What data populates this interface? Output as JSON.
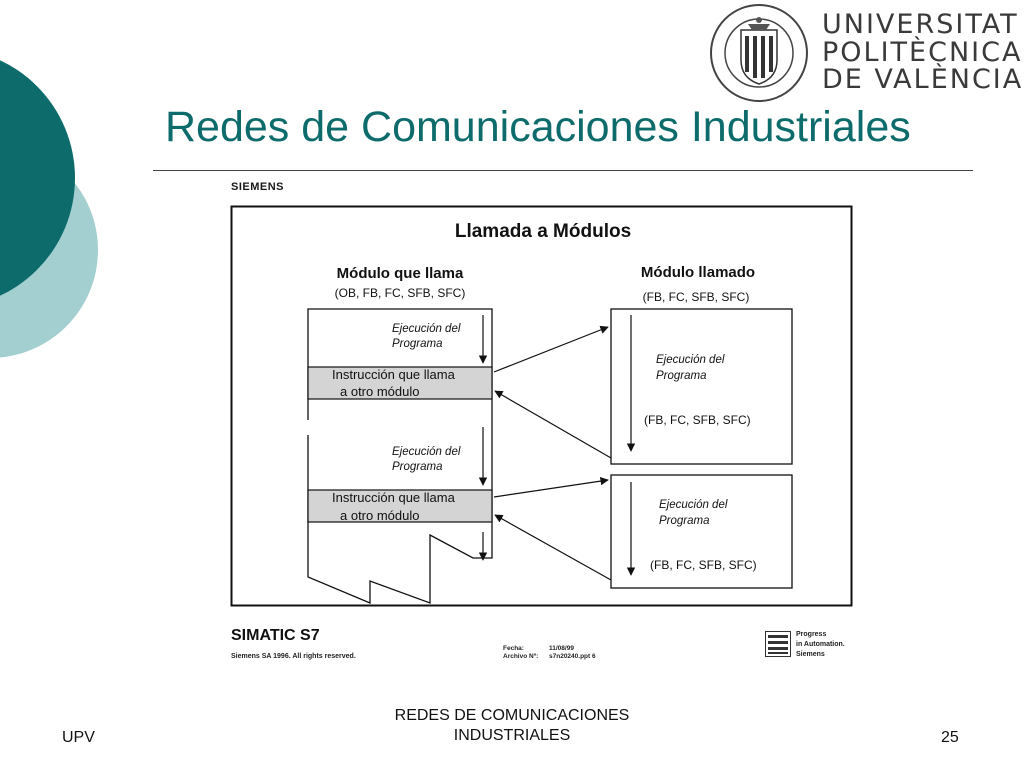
{
  "header": {
    "title": "Redes de Comunicaciones Industriales",
    "university_lines": [
      "UNIVERSITAT",
      "POLITÈCNICA",
      "DE VALÈNCIA"
    ]
  },
  "figure": {
    "brand": "SIEMENS",
    "heading": "Llamada a Módulos",
    "caller": {
      "title": "Módulo que llama",
      "types": "(OB, FB, FC, SFB, SFC)",
      "exec_line1": "Ejecución del",
      "exec_line2": "Programa",
      "instr_line1": "Instrucción que llama",
      "instr_line2": "a otro módulo"
    },
    "called": {
      "title": "Módulo llamado",
      "types": "(FB, FC, SFB, SFC)",
      "exec_line1": "Ejecución del",
      "exec_line2": "Programa",
      "inner_types": "(FB, FC, SFB, SFC)"
    },
    "product": "SIMATIC S7",
    "copyright": "Siemens SA 1996. All rights reserved.",
    "fecha_label": "Fecha:",
    "fecha_value": "11/08/99",
    "archivo_label": "Archivo Nº:",
    "archivo_value": "s7n20240.ppt 6",
    "progress_lines": [
      "Progress",
      "in Automation.",
      "Siemens"
    ]
  },
  "footer": {
    "left": "UPV",
    "center_line1": "REDES DE COMUNICACIONES",
    "center_line2": "INDUSTRIALES",
    "page": "25"
  },
  "colors": {
    "teal_dark": "#0e6b6b",
    "teal_light": "#a3cfd0",
    "title": "#0e6b6b",
    "instruction_fill": "#d4d4d4"
  }
}
